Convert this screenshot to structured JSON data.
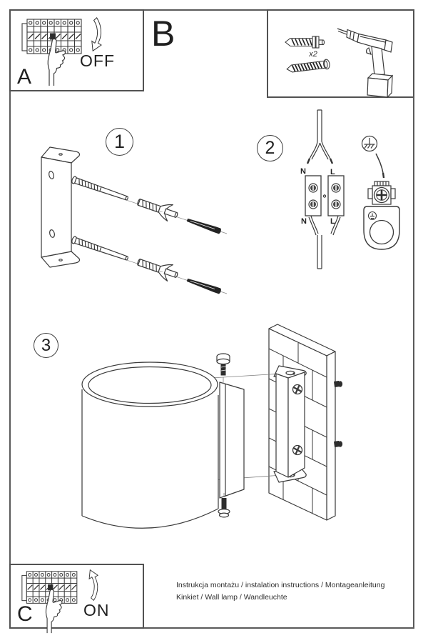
{
  "panels": {
    "power_off": {
      "label": "A",
      "state": "OFF"
    },
    "step_b": {
      "label": "B"
    },
    "tools": {
      "quantity": "x2"
    },
    "power_on": {
      "label": "C",
      "state": "ON"
    }
  },
  "steps": {
    "one": "1",
    "two": "2",
    "three": "3"
  },
  "wiring_labels": {
    "neutral_top": "N",
    "live_top": "L",
    "neutral_bottom": "N",
    "live_bottom": "L"
  },
  "footer": {
    "line1": "Instrukcja montażu / instalation instructions / Montageanleitung",
    "line2": "Kinkiet / Wall lamp / Wandleuchte"
  },
  "colors": {
    "line": "#3a3a3a",
    "dark_fill": "#282828",
    "frame": "#5a5a5a",
    "background": "#ffffff"
  }
}
